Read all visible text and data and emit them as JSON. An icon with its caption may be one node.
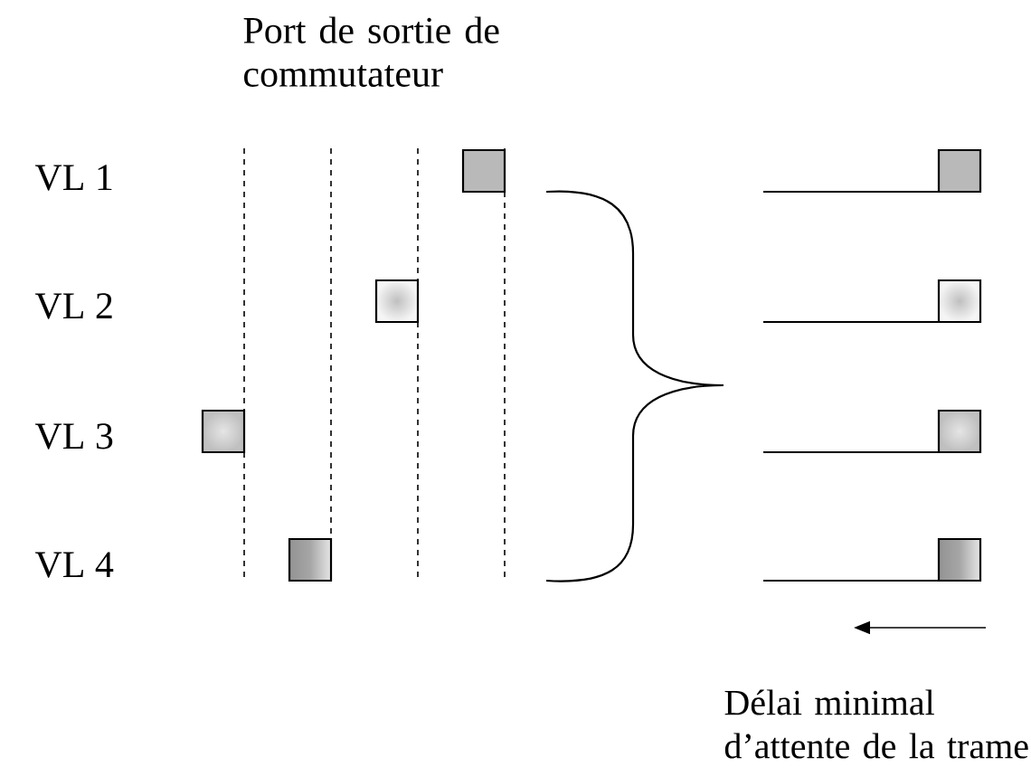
{
  "diagram": {
    "labels": [
      "Port de sortie de commutateur",
      "VL 1",
      "VL 2",
      "VL 3",
      "VL 4",
      "Délai minimal d’attente de la trame"
    ]
  }
}
